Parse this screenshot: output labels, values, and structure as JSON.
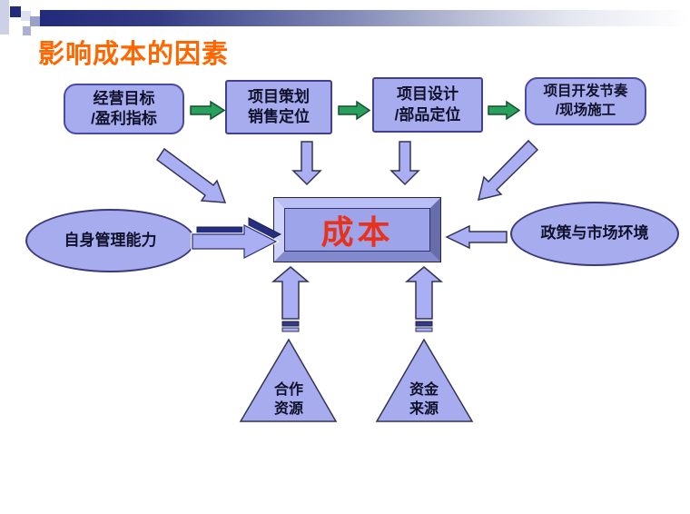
{
  "slide": {
    "title": "影响成本的因素",
    "top_flow": [
      {
        "label": "经营目标\n/盈利指标"
      },
      {
        "label": "项目策划\n销售定位"
      },
      {
        "label": "项目设计\n/部品定位"
      },
      {
        "label": "项目开发节奏\n/现场施工"
      }
    ],
    "center_label": "成本",
    "left_factor": "自身管理能力",
    "right_factor": "政策与市场环境",
    "bottom_factors": [
      {
        "label": "合作\n资源"
      },
      {
        "label": "资金\n来源"
      }
    ],
    "colors": {
      "title_orange": "#ff6600",
      "shape_fill": "#a6acee",
      "shape_border": "#40408c",
      "green_arrow": "#2aa05e",
      "center_text_red": "#e8321c",
      "header_navy": "#232b7e"
    }
  }
}
